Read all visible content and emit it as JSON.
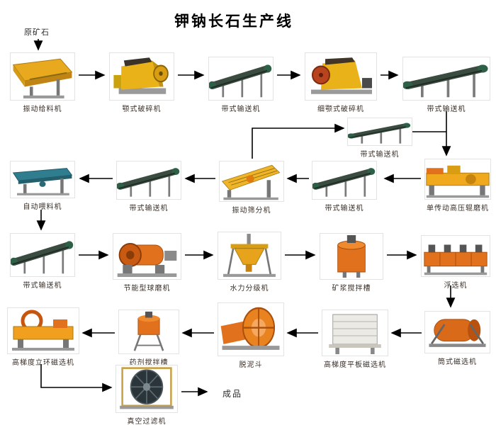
{
  "title": "钾钠长石生产线",
  "raw_ore_label": "原矿石",
  "product_label": "成品",
  "nodes": [
    {
      "machine": "vibrating-feeder",
      "label": "振动给料机"
    },
    {
      "machine": "jaw-crusher",
      "label": "颚式破碎机"
    },
    {
      "machine": "belt-conveyor",
      "label": "带式输送机"
    },
    {
      "machine": "fine-jaw-crusher",
      "label": "细颚式破碎机"
    },
    {
      "machine": "belt-conveyor",
      "label": "带式输送机"
    },
    {
      "machine": "belt-conveyor",
      "label": "带式输送机"
    },
    {
      "machine": "high-pressure-roller-mill",
      "label": "单传动高压辊磨机"
    },
    {
      "machine": "belt-conveyor",
      "label": "带式输送机"
    },
    {
      "machine": "vibrating-screen",
      "label": "振动筛分机"
    },
    {
      "machine": "belt-conveyor",
      "label": "带式输送机"
    },
    {
      "machine": "automatic-feeder",
      "label": "自动喂料机"
    },
    {
      "machine": "belt-conveyor",
      "label": "带式输送机"
    },
    {
      "machine": "energy-saving-ball-mill",
      "label": "节能型球磨机"
    },
    {
      "machine": "hydraulic-classifier",
      "label": "水力分级机"
    },
    {
      "machine": "slurry-mixing-tank",
      "label": "矿浆搅拌槽"
    },
    {
      "machine": "flotation-machine",
      "label": "浮选机"
    },
    {
      "machine": "drum-magnetic-separator",
      "label": "筒式磁选机"
    },
    {
      "machine": "flat-plate-magnetic-separator",
      "label": "高梯度平板磁选机"
    },
    {
      "machine": "desliming-hopper",
      "label": "脱泥斗"
    },
    {
      "machine": "reagent-mixing-tank",
      "label": "药剂搅拌槽"
    },
    {
      "machine": "vertical-ring-magnetic-separator",
      "label": "高梯度立环磁选机"
    },
    {
      "machine": "vacuum-filter",
      "label": "真空过滤机"
    }
  ],
  "colors": {
    "machine_yellow": "#e9b218",
    "machine_orange": "#e2711d",
    "conveyor_dark": "#3a4b40",
    "feeder_teal": "#2f7d8e",
    "arrow_black": "#000000",
    "label_text": "#3a2f28",
    "background": "#ffffff"
  }
}
